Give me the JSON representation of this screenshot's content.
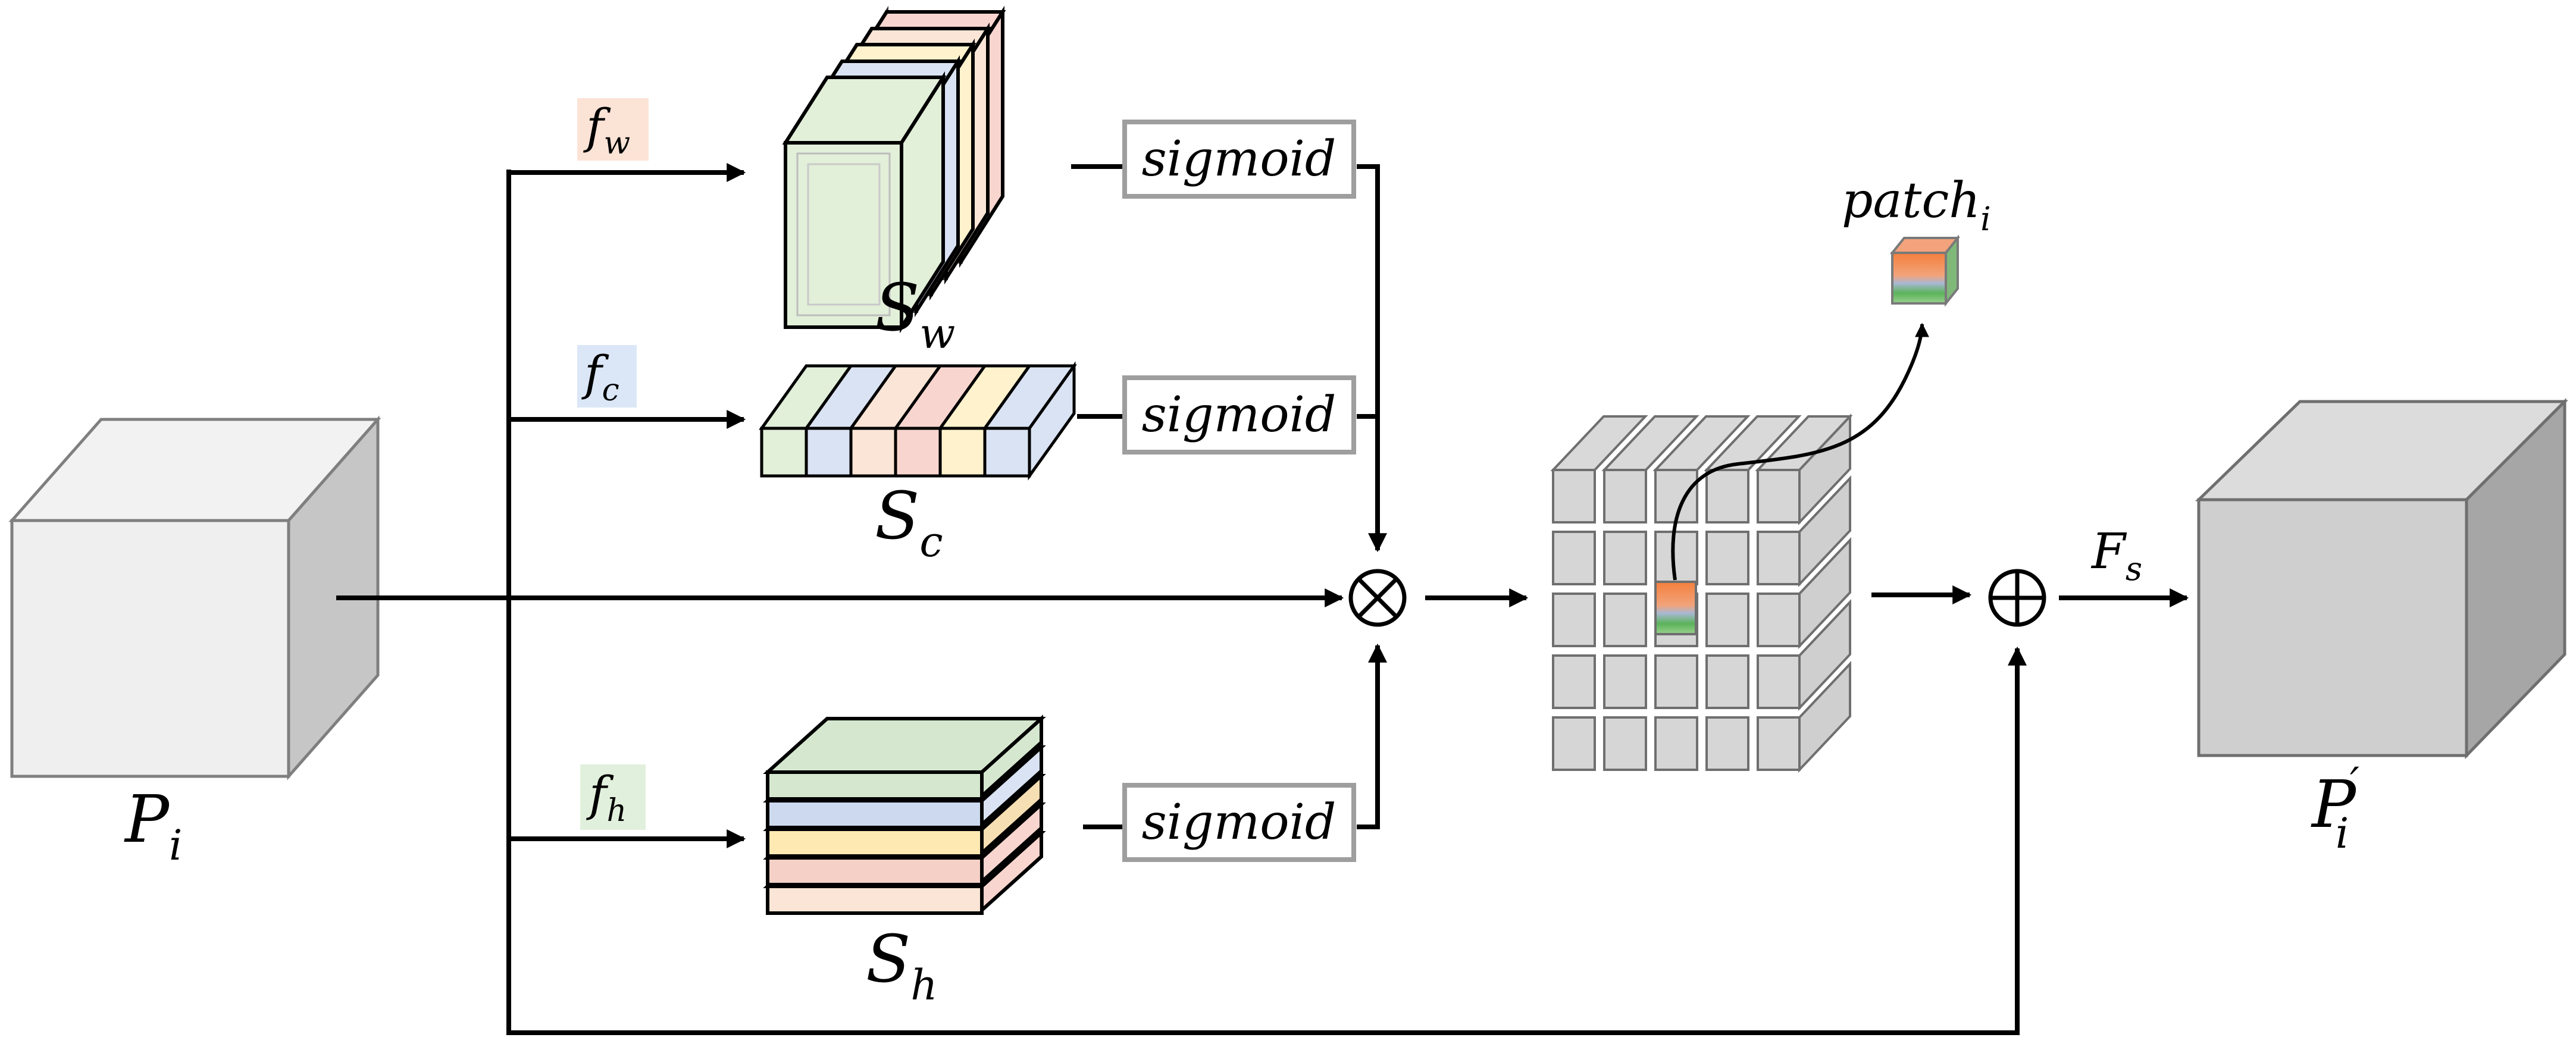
{
  "nodes": {
    "input": {
      "base": "P",
      "sub": "i"
    },
    "output": {
      "base": "P",
      "sub": "i",
      "prime": "′"
    },
    "sw": {
      "base": "S",
      "sub": "w"
    },
    "sc": {
      "base": "S",
      "sub": "c"
    },
    "sh": {
      "base": "S",
      "sub": "h"
    },
    "patch": {
      "base": "patch",
      "sub": "i"
    }
  },
  "branches": {
    "fw": {
      "base": "f",
      "sub": "w",
      "tag_color": "#fbe3d6"
    },
    "fc": {
      "base": "f",
      "sub": "c",
      "tag_color": "#dbe7f6"
    },
    "fh": {
      "base": "f",
      "sub": "h",
      "tag_color": "#e1f0dc"
    }
  },
  "sigmoid": [
    "sigmoid",
    "sigmoid",
    "sigmoid"
  ],
  "operators": {
    "multiply": "⊗",
    "add": "⊕"
  },
  "edge_label": {
    "base": "F",
    "sub": "s"
  },
  "colors": {
    "green": "#e2efd9",
    "blue": "#dae3f3",
    "orange": "#fbe5d6",
    "yellow": "#fff2cc",
    "pink": "#f8d8d0",
    "grey_light": "#eeeeee",
    "grey_mid": "#d9d9d9",
    "grey_dark": "#b0b0b0",
    "patch_orange": "#f08a4b",
    "patch_green": "#4fb04a"
  }
}
